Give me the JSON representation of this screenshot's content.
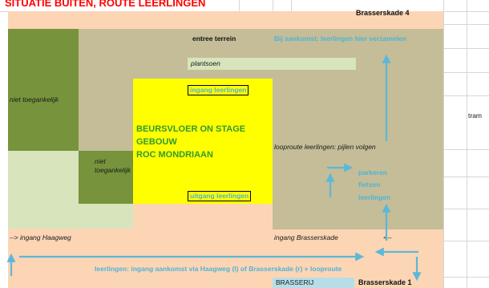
{
  "title": "SITUATIE BUITEN, ROUTE LEERLINGEN",
  "streets": {
    "top": "Brasserskade 4",
    "bottom": "Brasserskade 1",
    "tram": "tram"
  },
  "areas": {
    "niet_left": "niet toegankelijk",
    "niet_mid": "niet toegankelijk",
    "entree": "entree terrein",
    "plantsoen": "plantsoen",
    "brasserij": "BRASSERIJ"
  },
  "building": {
    "line1": "BEURSVLOER ON STAGE",
    "line2": "GEBOUW",
    "line3": "ROC MONDRIAAN",
    "ingang": "ingang leerlingen",
    "uitgang": "uitgang leerlingen"
  },
  "route": {
    "verzamelen": "Bij aankomst: leerlingen hier verzamelen",
    "looproute": "looproute leerlingen: pijlen volgen",
    "parkeren": "parkeren",
    "fietsen": "fietsen",
    "leerlingen": "leerlingen",
    "ingang_haagweg": "--> ingang Haagweg",
    "ingang_brasserskade": "ingang Brasserskade",
    "arrow_back": "<--",
    "footer": "leerlingen: ingang aankomst via Haagweg (l) of Brasserskade (r)  + looproute"
  },
  "colors": {
    "peach": "#fcd5b5",
    "olive_dark": "#77933c",
    "tan": "#c4bd97",
    "yellow": "#ffff00",
    "light_green": "#d7e4bc",
    "plantsoen": "#d8e4bc",
    "arrow_blue": "#5bb8d8",
    "title_red": "#ff0000",
    "green_text": "#2f9b2f"
  }
}
